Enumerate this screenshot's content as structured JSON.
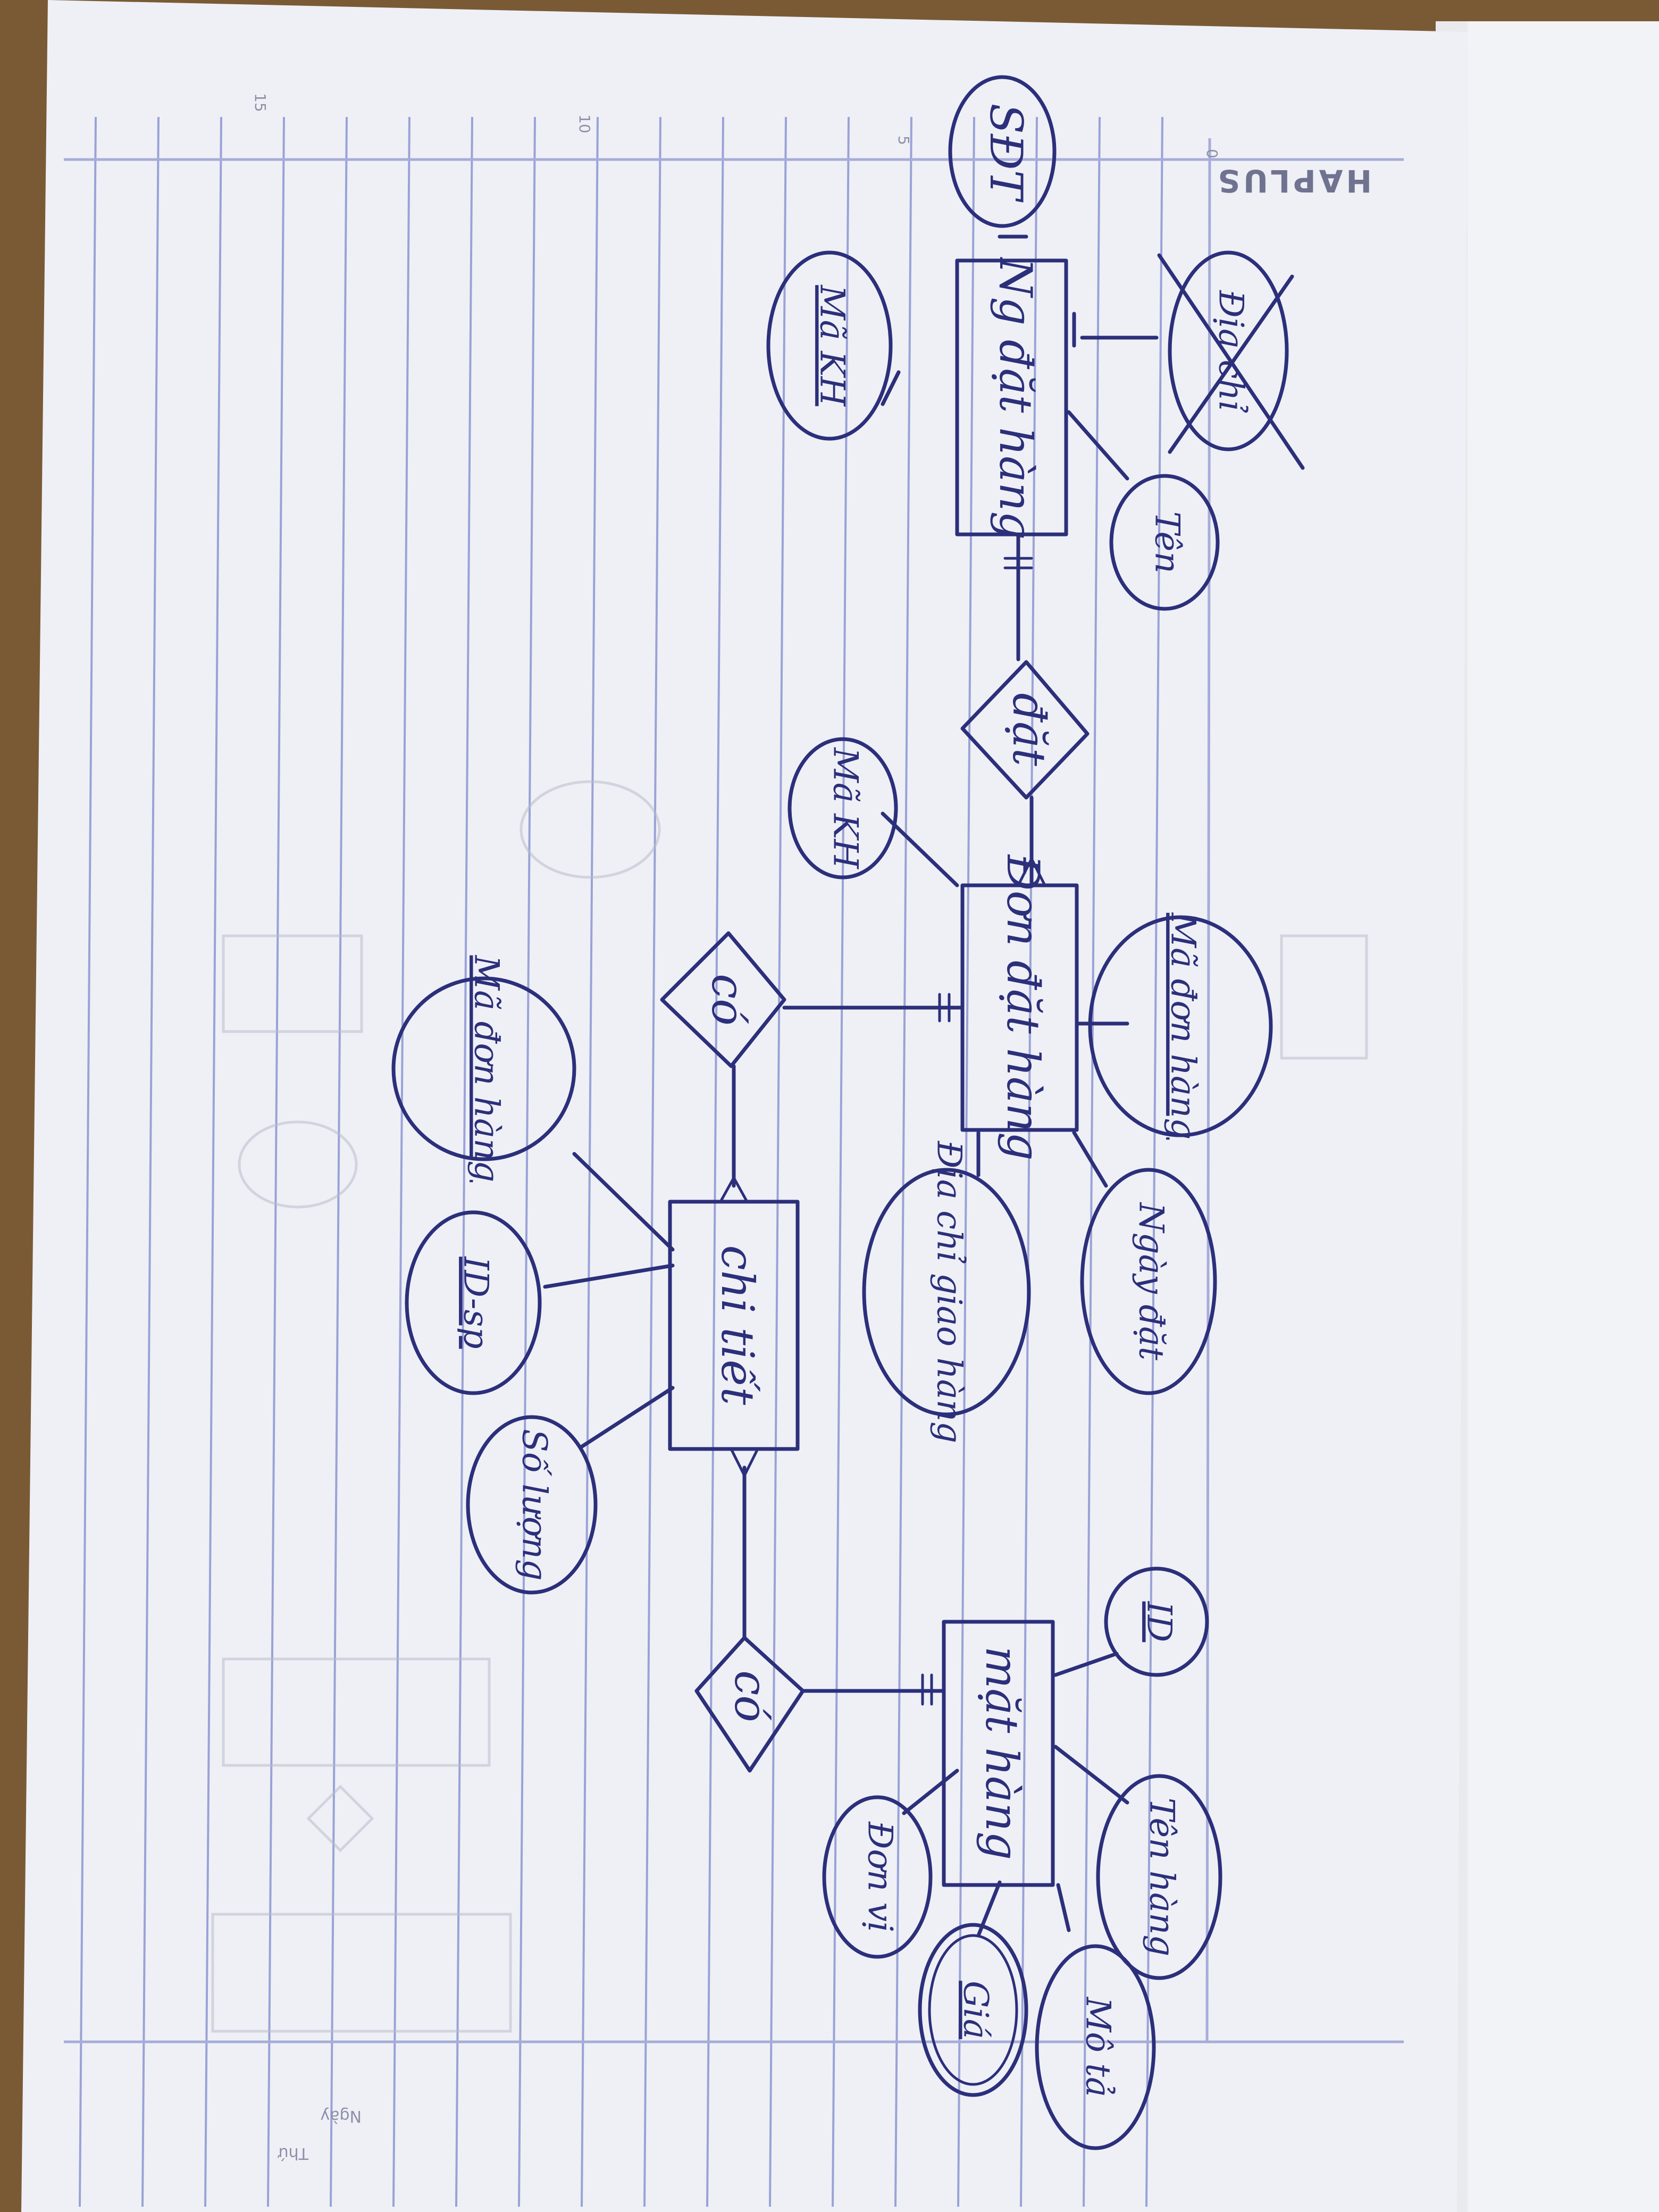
{
  "paper": {
    "brand": "HAPLUS",
    "ruler_ticks": [
      "0",
      "5",
      "10",
      "15"
    ],
    "corner_labels": [
      "Thứ",
      "Ngày"
    ]
  },
  "diagram": {
    "entities": {
      "customer": "Ng đặt hàng",
      "order": "Đơn đặt hàng",
      "detail": "chi tiết",
      "product": "mặt hàng"
    },
    "relationships": {
      "places": "đặt",
      "has_order_detail": "có",
      "has_product_detail": "có"
    },
    "attributes": {
      "customer_phone": "SĐT",
      "customer_id": "Mã KH",
      "customer_name": "Tên",
      "customer_crossed": "Địa chỉ",
      "order_customer_id": "Mã KH",
      "order_id": "Mã đơn hàng",
      "order_date": "Ngày đặt",
      "order_address": "Địa chỉ giao hàng",
      "detail_order_id": "Mã đơn hàng",
      "detail_product_id": "ID-sp",
      "detail_quantity": "Số lượng",
      "product_id": "ID",
      "product_name": "Tên hàng",
      "product_unit": "Đơn vị",
      "product_price": "Giá",
      "product_desc": "Mô tả"
    }
  }
}
